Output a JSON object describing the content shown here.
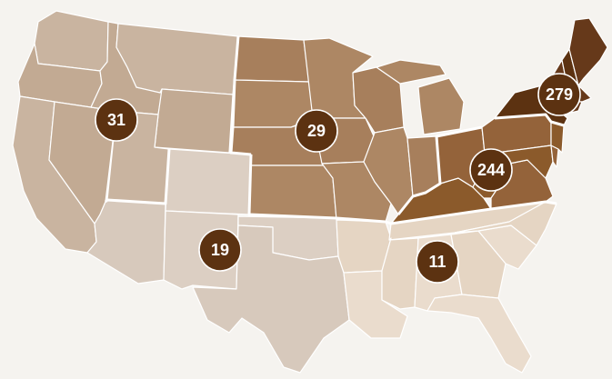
{
  "colors": {
    "background": "#f5f3ef",
    "border": "#ffffff",
    "badge_fill": "#5c3211",
    "badge_text": "#ffffff"
  },
  "regions": [
    {
      "id": "northwest",
      "label": "31",
      "fill": "#c2aa93",
      "fill_alt": "#c9b4a0"
    },
    {
      "id": "southwest",
      "label": "19",
      "fill": "#d7c9bc",
      "fill_alt": "#dccfc3"
    },
    {
      "id": "midwest",
      "label": "29",
      "fill": "#a77f5c",
      "fill_alt": "#ad8764"
    },
    {
      "id": "southeast",
      "label": "11",
      "fill": "#eadccd",
      "fill_alt": "#e5d5c3"
    },
    {
      "id": "midatlantic",
      "label": "244",
      "fill": "#8b5a2b",
      "fill_alt": "#94633a"
    },
    {
      "id": "northeast",
      "label": "279",
      "fill": "#5c3211",
      "fill_alt": "#66391a"
    }
  ]
}
